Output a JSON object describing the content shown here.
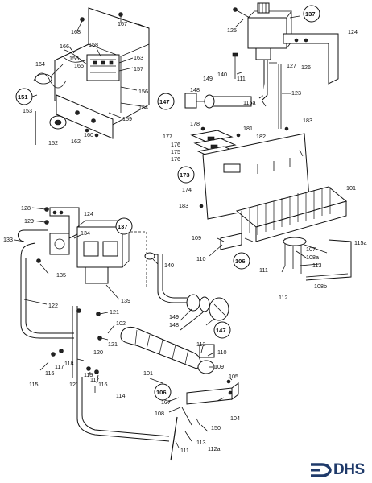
{
  "brand": {
    "name": "DHS",
    "color": "#1f3a6a"
  },
  "labels": {
    "l168": "168",
    "l167": "167",
    "l158": "158",
    "l155": "155",
    "l165": "165",
    "l163": "163",
    "l157": "157",
    "l164": "164",
    "l166": "166",
    "l156": "156",
    "l154": "154",
    "l151": "151",
    "l153": "153",
    "l159": "159",
    "l152": "152",
    "l162": "162",
    "l160": "160",
    "l125": "125",
    "l137a": "137",
    "l124a": "124",
    "l127": "127",
    "l126": "126",
    "l140a": "140",
    "l149a": "149",
    "l148a": "148",
    "l147a": "147",
    "l111a": "111",
    "l115a": "115a",
    "l123": "123",
    "l178": "178",
    "l181": "181",
    "l182": "182",
    "l183a": "183",
    "l177": "177",
    "l176a": "176",
    "l175": "175",
    "l176b": "176",
    "l173": "173",
    "l174": "174",
    "l101a": "101",
    "l183b": "183",
    "l109a": "109",
    "l110a": "110",
    "l106a": "106",
    "l107a": "107",
    "l108a": "108a",
    "l115a2": "115a",
    "l111b": "111",
    "l113a": "113",
    "l108b": "108b",
    "l112a": "112",
    "l128": "128",
    "l124b": "124",
    "l129": "129",
    "l137b": "137",
    "l133": "133",
    "l134": "134",
    "l135": "135",
    "l140b": "140",
    "l139": "139",
    "l122": "122",
    "l121a": "121",
    "l102": "102",
    "l121b": "121",
    "l149b": "149",
    "l148b": "148",
    "l147b": "147",
    "l120": "120",
    "l118": "118",
    "l117a": "117",
    "l116a": "116",
    "l119": "119",
    "l117b": "117",
    "l116b": "116",
    "l115": "115",
    "l121c": "121",
    "l112b": "112",
    "l110b": "110",
    "l101b": "101",
    "l109b": "109",
    "l105": "105",
    "l114": "114",
    "l106b": "106",
    "l107b": "107",
    "l108": "108",
    "l104": "104",
    "l150": "150",
    "l113b": "113",
    "l111c": "111",
    "l112ab": "112a"
  }
}
